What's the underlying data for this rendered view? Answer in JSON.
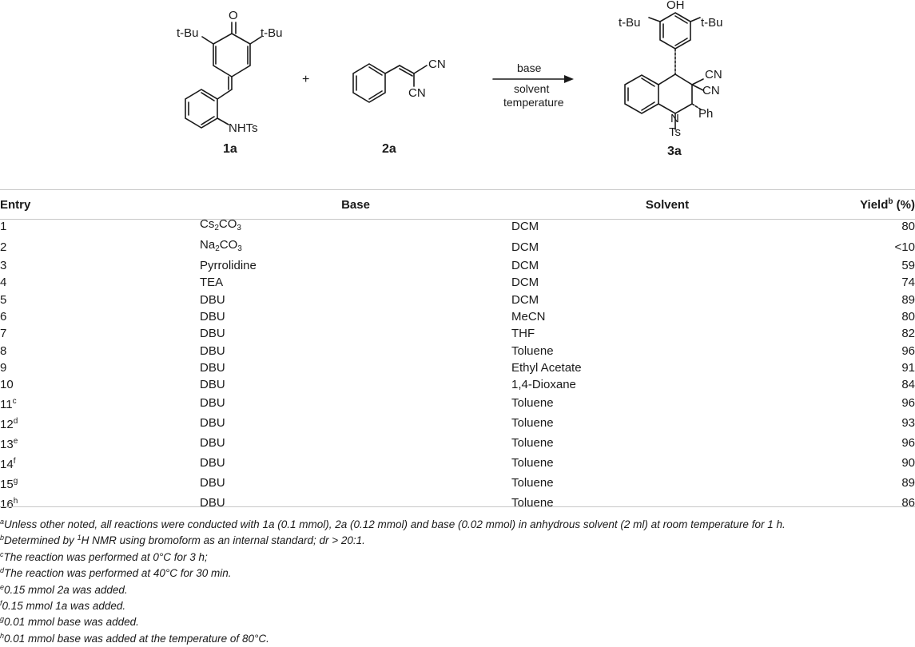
{
  "scheme": {
    "reactant1": {
      "label": "1a",
      "carbonyl_o": "O",
      "tbu_left": "t-Bu",
      "tbu_right": "t-Bu",
      "nhts": "NHTs"
    },
    "plus": "+",
    "reactant2": {
      "label": "2a",
      "cn_top": "CN",
      "cn_bottom": "CN"
    },
    "conditions": {
      "above": "base",
      "below1": "solvent",
      "below2": "temperature"
    },
    "product": {
      "label": "3a",
      "oh": "OH",
      "tbu_left": "t-Bu",
      "tbu_right": "t-Bu",
      "cn1": "CN",
      "cn2": "CN",
      "ph": "Ph",
      "n": "N",
      "ts": "Ts"
    }
  },
  "table": {
    "headers": {
      "entry": "Entry",
      "base": "Base",
      "solvent": "Solvent",
      "yield": "Yield",
      "yield_sup": "b",
      "yield_unit": " (%)"
    },
    "rows": [
      {
        "entry": "1",
        "sup": "",
        "base": "Cs",
        "base_sub": "2",
        "base_mid": "CO",
        "base_sub2": "3",
        "solvent": "DCM",
        "yield": "80"
      },
      {
        "entry": "2",
        "sup": "",
        "base": "Na",
        "base_sub": "2",
        "base_mid": "CO",
        "base_sub2": "3",
        "solvent": "DCM",
        "yield": "<10"
      },
      {
        "entry": "3",
        "sup": "",
        "base": "Pyrrolidine",
        "solvent": "DCM",
        "yield": "59"
      },
      {
        "entry": "4",
        "sup": "",
        "base": "TEA",
        "solvent": "DCM",
        "yield": "74"
      },
      {
        "entry": "5",
        "sup": "",
        "base": "DBU",
        "solvent": "DCM",
        "yield": "89"
      },
      {
        "entry": "6",
        "sup": "",
        "base": "DBU",
        "solvent": "MeCN",
        "yield": "80"
      },
      {
        "entry": "7",
        "sup": "",
        "base": "DBU",
        "solvent": "THF",
        "yield": "82"
      },
      {
        "entry": "8",
        "sup": "",
        "base": "DBU",
        "solvent": "Toluene",
        "yield": "96"
      },
      {
        "entry": "9",
        "sup": "",
        "base": "DBU",
        "solvent": "Ethyl Acetate",
        "yield": "91"
      },
      {
        "entry": "10",
        "sup": "",
        "base": "DBU",
        "solvent": "1,4-Dioxane",
        "yield": "84"
      },
      {
        "entry": "11",
        "sup": "c",
        "base": "DBU",
        "solvent": "Toluene",
        "yield": "96"
      },
      {
        "entry": "12",
        "sup": "d",
        "base": "DBU",
        "solvent": "Toluene",
        "yield": "93"
      },
      {
        "entry": "13",
        "sup": "e",
        "base": "DBU",
        "solvent": "Toluene",
        "yield": "96"
      },
      {
        "entry": "14",
        "sup": "f",
        "base": "DBU",
        "solvent": "Toluene",
        "yield": "90"
      },
      {
        "entry": "15",
        "sup": "g",
        "base": "DBU",
        "solvent": "Toluene",
        "yield": "89"
      },
      {
        "entry": "16",
        "sup": "h",
        "base": "DBU",
        "solvent": "Toluene",
        "yield": "86"
      }
    ]
  },
  "footnotes": [
    {
      "mark": "a",
      "text": "Unless other noted, all reactions were conducted with 1a (0.1 mmol), 2a (0.12 mmol) and base (0.02 mmol) in anhydrous solvent (2 ml) at room temperature for 1 h."
    },
    {
      "mark": "b",
      "text": "Determined by ",
      "mark2": "1",
      "text2": "H NMR using bromoform as an internal standard; dr > 20:1."
    },
    {
      "mark": "c",
      "text": "The reaction was performed at 0°C for 3 h;"
    },
    {
      "mark": "d",
      "text": "The reaction was performed at 40°C for 30 min."
    },
    {
      "mark": "e",
      "text": "0.15 mmol 2a was added."
    },
    {
      "mark": "f",
      "text": "0.15 mmol 1a was added."
    },
    {
      "mark": "g",
      "text": "0.01 mmol base was added."
    },
    {
      "mark": "h",
      "text": "0.01 mmol base was added at the temperature of 80°C."
    }
  ]
}
